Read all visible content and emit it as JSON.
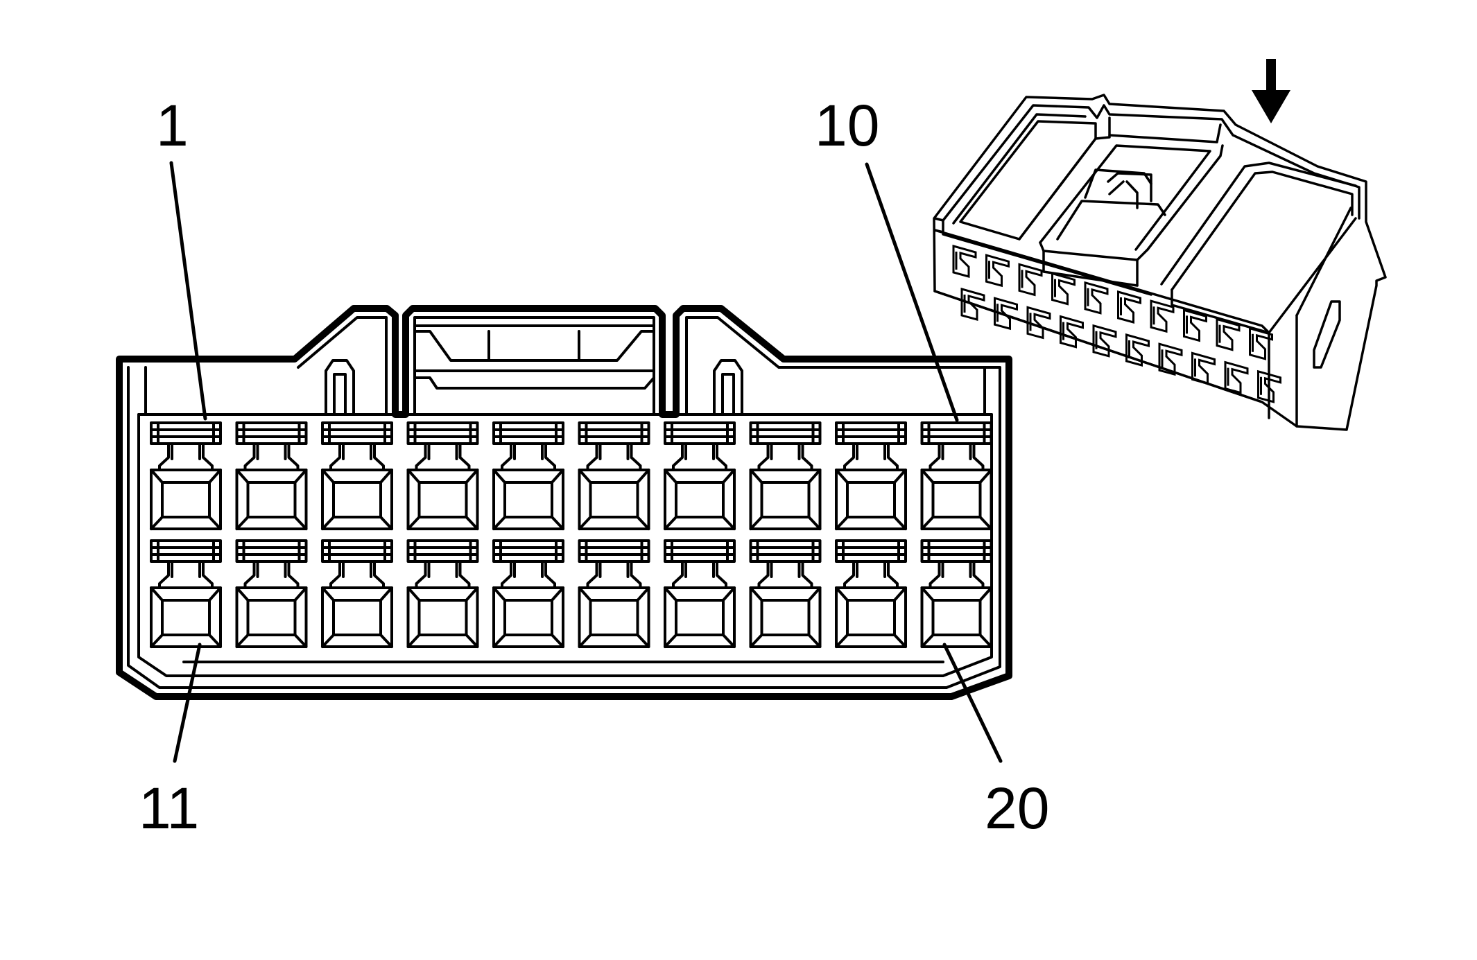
{
  "connector": {
    "rows": 2,
    "cols": 10
  },
  "pin_labels": {
    "top_left": "1",
    "top_right": "10",
    "bottom_left": "11",
    "bottom_right": "20"
  },
  "colors": {
    "line": "#000000",
    "background": "#ffffff"
  },
  "icons": {
    "orientation_arrow": "arrow-down-icon"
  }
}
